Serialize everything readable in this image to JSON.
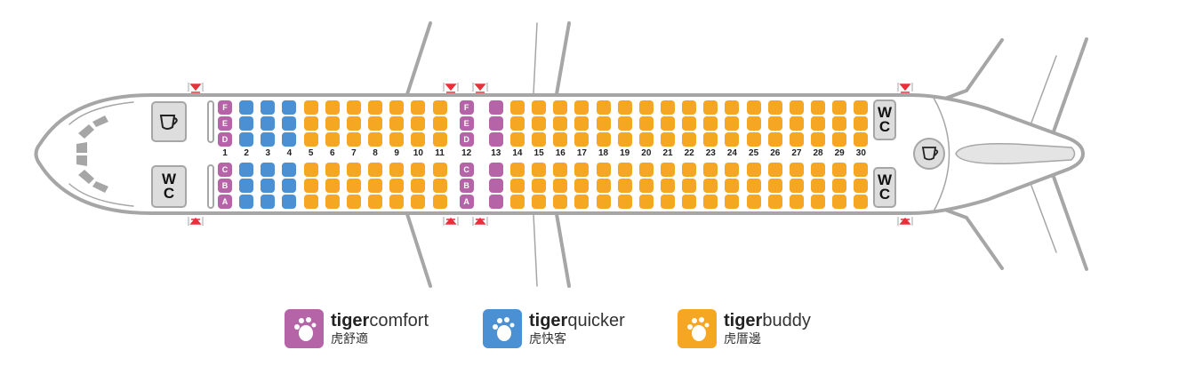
{
  "colors": {
    "comfort": "#b565a7",
    "quicker": "#4a90d2",
    "buddy": "#f5a623",
    "fuselage": "#a6a6a6",
    "exit": "#e8303a"
  },
  "seat_letters_top": [
    "F",
    "E",
    "D"
  ],
  "seat_letters_bottom": [
    "C",
    "B",
    "A"
  ],
  "rows": [
    {
      "num": "1",
      "class": "comfort",
      "lettered": true
    },
    {
      "num": "2",
      "class": "quicker"
    },
    {
      "num": "3",
      "class": "quicker"
    },
    {
      "num": "4",
      "class": "quicker"
    },
    {
      "num": "5",
      "class": "buddy"
    },
    {
      "num": "6",
      "class": "buddy"
    },
    {
      "num": "7",
      "class": "buddy"
    },
    {
      "num": "8",
      "class": "buddy"
    },
    {
      "num": "9",
      "class": "buddy"
    },
    {
      "num": "10",
      "class": "buddy"
    },
    {
      "num": "11",
      "class": "buddy"
    },
    {
      "num": "12",
      "class": "comfort",
      "lettered": true
    },
    {
      "num": "13",
      "class": "comfort"
    },
    {
      "num": "14",
      "class": "buddy"
    },
    {
      "num": "15",
      "class": "buddy"
    },
    {
      "num": "16",
      "class": "buddy"
    },
    {
      "num": "17",
      "class": "buddy"
    },
    {
      "num": "18",
      "class": "buddy"
    },
    {
      "num": "19",
      "class": "buddy"
    },
    {
      "num": "20",
      "class": "buddy"
    },
    {
      "num": "21",
      "class": "buddy"
    },
    {
      "num": "22",
      "class": "buddy"
    },
    {
      "num": "23",
      "class": "buddy"
    },
    {
      "num": "24",
      "class": "buddy"
    },
    {
      "num": "25",
      "class": "buddy"
    },
    {
      "num": "26",
      "class": "buddy"
    },
    {
      "num": "27",
      "class": "buddy"
    },
    {
      "num": "28",
      "class": "buddy"
    },
    {
      "num": "29",
      "class": "buddy"
    },
    {
      "num": "30",
      "class": "buddy"
    }
  ],
  "facilities": {
    "wc_w": "W",
    "wc_c": "C"
  },
  "legend": [
    {
      "prefix": "tiger",
      "suffix": "comfort",
      "zh": "虎舒適",
      "class": "comfort"
    },
    {
      "prefix": "tiger",
      "suffix": "quicker",
      "zh": "虎快客",
      "class": "quicker"
    },
    {
      "prefix": "tiger",
      "suffix": "buddy",
      "zh": "虎厝邊",
      "class": "buddy"
    }
  ]
}
